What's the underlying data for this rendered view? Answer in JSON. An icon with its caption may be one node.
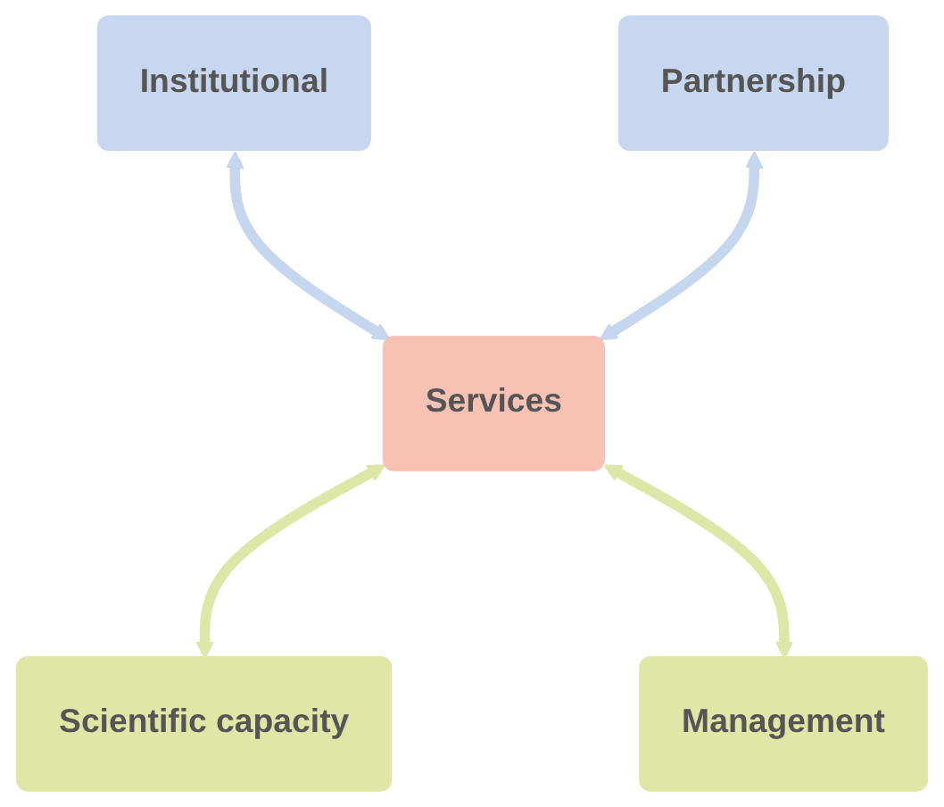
{
  "diagram": {
    "nodes": [
      {
        "text": [
          "Institutional"
        ]
      },
      {
        "text": [
          "Partnership"
        ]
      },
      {
        "text": [
          "Services"
        ]
      },
      {
        "text": [
          "Scientific capacity"
        ]
      },
      {
        "text": [
          "Management"
        ]
      }
    ],
    "edges": [
      {
        "from": 0,
        "to": 2,
        "arrow": "both",
        "color": "#c5d6ee"
      },
      {
        "from": 1,
        "to": 2,
        "arrow": "both",
        "color": "#c5d6ee"
      },
      {
        "from": 2,
        "to": 3,
        "arrow": "both",
        "color": "#dde8a8"
      },
      {
        "from": 2,
        "to": 4,
        "arrow": "both",
        "color": "#dde8a8"
      }
    ]
  }
}
